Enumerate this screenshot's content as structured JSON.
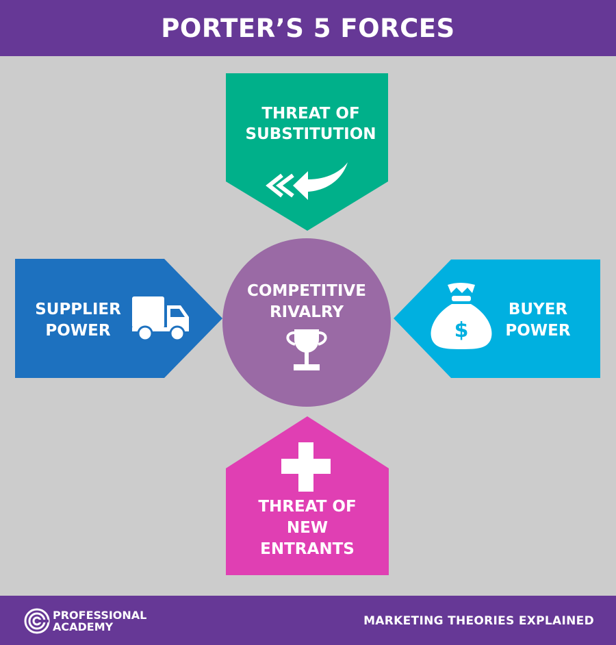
{
  "title": "PORTER’S 5 FORCES",
  "forces": {
    "substitution": {
      "line1": "THREAT OF",
      "line2": "SUBSTITUTION",
      "color": "#00b08a",
      "icon": "double-back-arrow-icon"
    },
    "supplier": {
      "line1": "SUPPLIER",
      "line2": "POWER",
      "color": "#1d71bf",
      "icon": "truck-icon"
    },
    "rivalry": {
      "line1": "COMPETITIVE",
      "line2": "RIVALRY",
      "color": "#9a6aa5",
      "icon": "trophy-icon"
    },
    "buyer": {
      "line1": "BUYER",
      "line2": "POWER",
      "color": "#00b0e0",
      "icon": "money-bag-icon"
    },
    "entrants": {
      "line1": "THREAT OF",
      "line2": "NEW",
      "line3": "ENTRANTS",
      "color": "#e03fb3",
      "icon": "plus-icon"
    }
  },
  "footer": {
    "logo_line1": "PROFESSIONAL",
    "logo_line2": "ACADEMY",
    "tagline": "MARKETING THEORIES EXPLAINED"
  },
  "colors": {
    "header": "#663896",
    "background": "#cccccc"
  }
}
